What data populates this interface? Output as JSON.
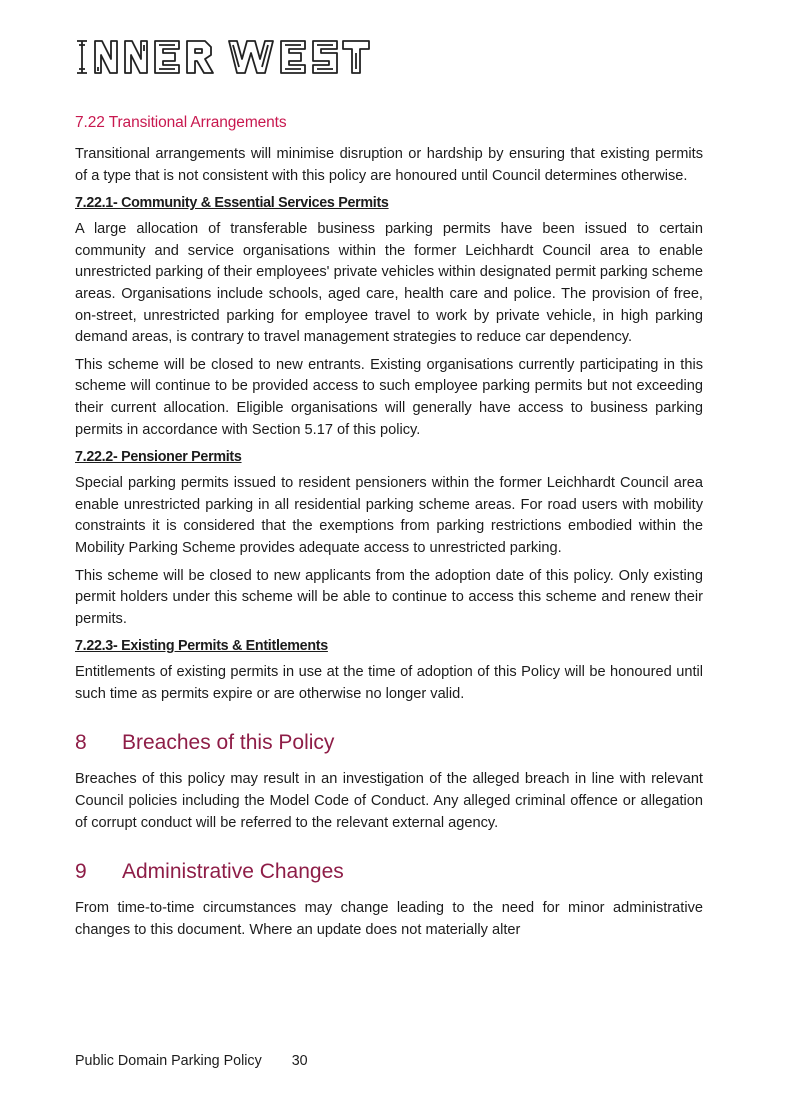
{
  "logo": {
    "text": "INNER WEST"
  },
  "section_722": {
    "heading": "7.22 Transitional Arrangements",
    "intro": "Transitional arrangements will minimise disruption or hardship by ensuring that existing permits of a type that is not consistent with this policy are honoured until Council determines otherwise."
  },
  "sub_7221": {
    "heading": "7.22.1- Community & Essential Services Permits",
    "para1": "A large allocation of transferable business parking permits have been issued to certain community and service organisations within the former Leichhardt Council area to enable unrestricted parking of their employees' private vehicles within designated permit parking scheme areas. Organisations include schools, aged care, health care and police. The provision of free, on-street, unrestricted parking for employee travel to work by private vehicle, in high parking demand areas, is contrary to travel management strategies to reduce car dependency.",
    "para2": "This scheme will be closed to new entrants. Existing organisations currently participating in this scheme will continue to be provided access to such employee parking permits but not exceeding their current allocation. Eligible organisations will generally have access to business parking permits in accordance with Section 5.17 of this policy."
  },
  "sub_7222": {
    "heading": "7.22.2- Pensioner Permits",
    "para1": "Special parking permits issued to resident pensioners within the former Leichhardt Council area enable unrestricted parking in all residential parking scheme areas. For road users with mobility constraints it is considered that the exemptions from parking restrictions embodied within the Mobility Parking Scheme provides adequate access to unrestricted parking.",
    "para2": "This scheme will be closed to new applicants from the adoption date of this policy. Only existing permit holders under this scheme will be able to continue to access this scheme and renew their permits."
  },
  "sub_7223": {
    "heading": "7.22.3- Existing Permits & Entitlements",
    "para1": "Entitlements of existing permits in use at the time of adoption of this Policy will be honoured until such time as permits expire or are otherwise no longer valid."
  },
  "section_8": {
    "number": "8",
    "title": "Breaches of this Policy",
    "body": "Breaches of this policy may result in an investigation of the alleged breach in line with relevant Council policies including the Model Code of Conduct. Any alleged criminal offence or allegation of corrupt conduct will be referred to the relevant external agency."
  },
  "section_9": {
    "number": "9",
    "title": "Administrative Changes",
    "body": "From time-to-time circumstances may change leading to the need for minor administrative changes to this document. Where an update does not materially alter"
  },
  "footer": {
    "doc_title": "Public Domain Parking Policy",
    "page_number": "30"
  },
  "colors": {
    "section_heading": "#c8184f",
    "major_heading": "#8e1d47",
    "text": "#1c1c1c"
  }
}
